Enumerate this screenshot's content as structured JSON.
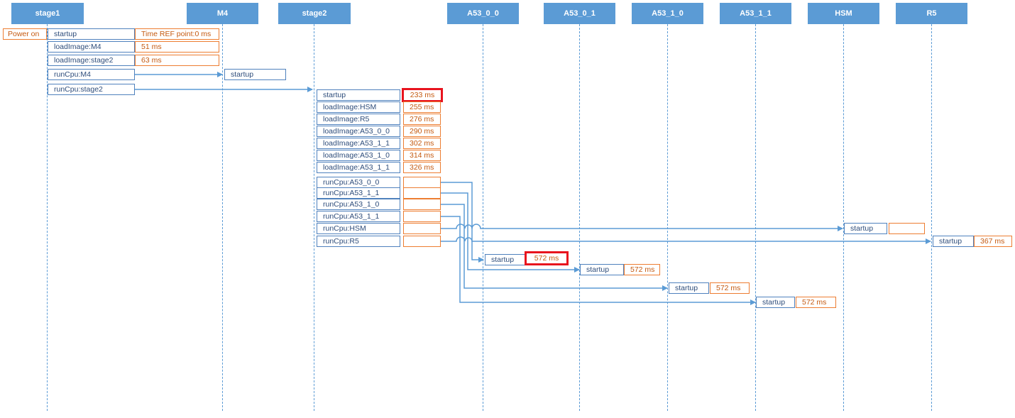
{
  "lanes": [
    {
      "id": "stage1",
      "label": "stage1"
    },
    {
      "id": "m4",
      "label": "M4"
    },
    {
      "id": "stage2",
      "label": "stage2"
    },
    {
      "id": "a53_0_0",
      "label": "A53_0_0"
    },
    {
      "id": "a53_0_1",
      "label": "A53_0_1"
    },
    {
      "id": "a53_1_0",
      "label": "A53_1_0"
    },
    {
      "id": "a53_1_1",
      "label": "A53_1_1"
    },
    {
      "id": "hsm",
      "label": "HSM"
    },
    {
      "id": "r5",
      "label": "R5"
    }
  ],
  "stage1": {
    "power_on": "Power on",
    "steps": [
      "startup",
      "loadImage:M4",
      "loadImage:stage2",
      "runCpu:M4",
      "runCpu:stage2"
    ],
    "times": [
      "Time REF point:0 ms",
      "51 ms",
      "63 ms"
    ]
  },
  "m4": {
    "startup": "startup"
  },
  "stage2": {
    "startup": "startup",
    "startup_time": "233 ms",
    "load_steps": [
      "loadImage:HSM",
      "loadImage:R5",
      "loadImage:A53_0_0",
      "loadImage:A53_1_1",
      "loadImage:A53_1_0",
      "loadImage:A53_1_1"
    ],
    "load_times": [
      "255 ms",
      "276 ms",
      "290 ms",
      "302 ms",
      "314 ms",
      "326 ms"
    ],
    "run_steps": [
      "runCpu:A53_0_0",
      "runCpu:A53_1_1",
      "runCpu:A53_1_0",
      "runCpu:A53_1_1",
      "runCpu:HSM",
      "runCpu:R5"
    ]
  },
  "hsm": {
    "startup": "startup",
    "time": ""
  },
  "r5": {
    "startup": "startup",
    "time": "367 ms"
  },
  "a53_0_0": {
    "startup": "startup",
    "time": "572 ms"
  },
  "a53_0_1": {
    "startup": "startup",
    "time": "572 ms"
  },
  "a53_1_0": {
    "startup": "startup",
    "time": "572 ms"
  },
  "a53_1_1": {
    "startup": "startup",
    "time": "572 ms"
  },
  "colors": {
    "lane": "#5b9bd5",
    "step_border": "#4f81bd",
    "time_border": "#ed7d31",
    "highlight": "#e8141e",
    "arrow": "#5b9bd5"
  }
}
